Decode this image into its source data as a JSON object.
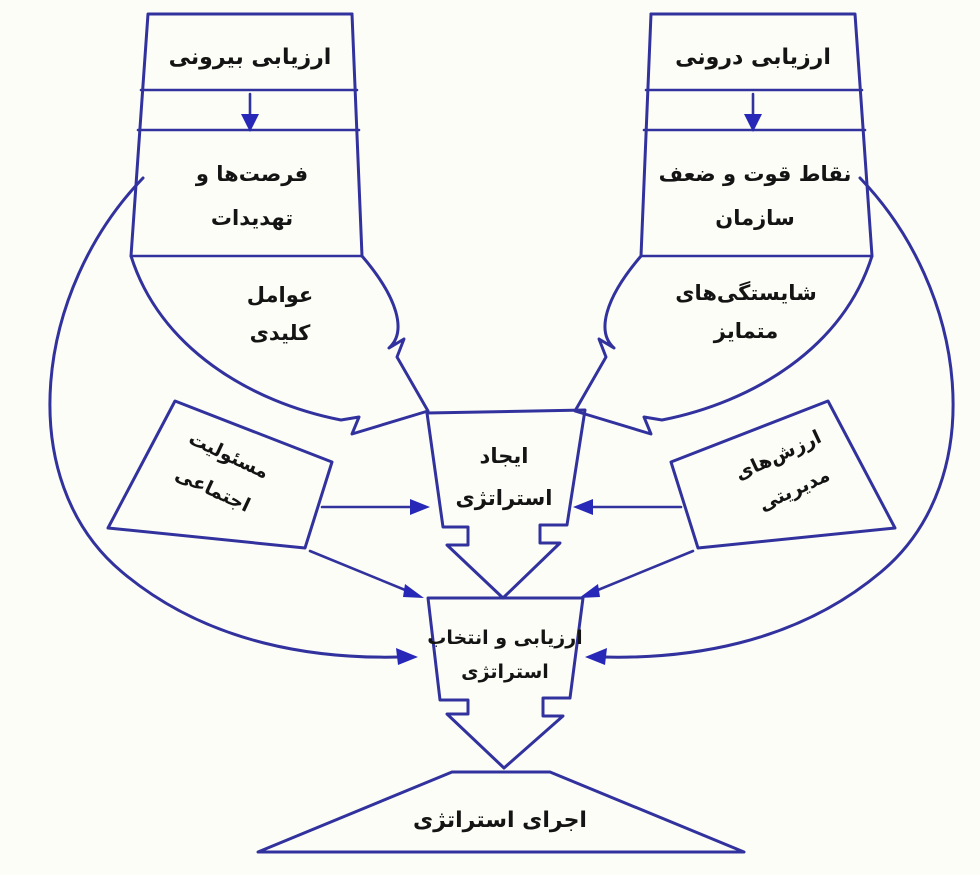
{
  "diagram": {
    "colors": {
      "line": "#32329e",
      "arrowhead": "#2828b8",
      "text": "#141414",
      "background": "#fdfdf7"
    },
    "nodes": {
      "external_assessment": {
        "label": "ارزیابی بیرونی"
      },
      "internal_assessment": {
        "label": "ارزیابی درونی"
      },
      "opportunities_threats": {
        "line1": "فرصت‌ها و",
        "line2": "تهدیدات"
      },
      "strengths_weaknesses": {
        "line1": "نقاط قوت و ضعف",
        "line2": "سازمان"
      },
      "key_factors": {
        "line1": "عوامل",
        "line2": "کلیدی"
      },
      "distinctive_competencies": {
        "line1": "شایستگی‌های",
        "line2": "متمایز"
      },
      "social_responsibility": {
        "line1": "مسئولیت",
        "line2": "اجتماعی"
      },
      "managerial_values": {
        "line1": "ارزش‌های",
        "line2": "مدیریتی"
      },
      "strategy_creation": {
        "line1": "ایجاد",
        "line2": "استراتژی"
      },
      "strategy_evaluation_selection": {
        "line1": "ارزیابی و انتخاب",
        "line2": "استراتژی"
      },
      "strategy_implementation": {
        "label": "اجرای استراتژی"
      }
    },
    "edges": [
      {
        "from": "external_assessment",
        "to": "opportunities_threats"
      },
      {
        "from": "internal_assessment",
        "to": "strengths_weaknesses"
      },
      {
        "from": "key_factors",
        "to": "strategy_creation"
      },
      {
        "from": "distinctive_competencies",
        "to": "strategy_creation"
      },
      {
        "from": "social_responsibility",
        "to": "strategy_creation"
      },
      {
        "from": "managerial_values",
        "to": "strategy_creation"
      },
      {
        "from": "social_responsibility",
        "to": "strategy_evaluation_selection"
      },
      {
        "from": "managerial_values",
        "to": "strategy_evaluation_selection"
      },
      {
        "from": "external_assessment",
        "to": "strategy_evaluation_selection"
      },
      {
        "from": "internal_assessment",
        "to": "strategy_evaluation_selection"
      },
      {
        "from": "strategy_creation",
        "to": "strategy_evaluation_selection"
      },
      {
        "from": "strategy_evaluation_selection",
        "to": "strategy_implementation"
      }
    ]
  }
}
